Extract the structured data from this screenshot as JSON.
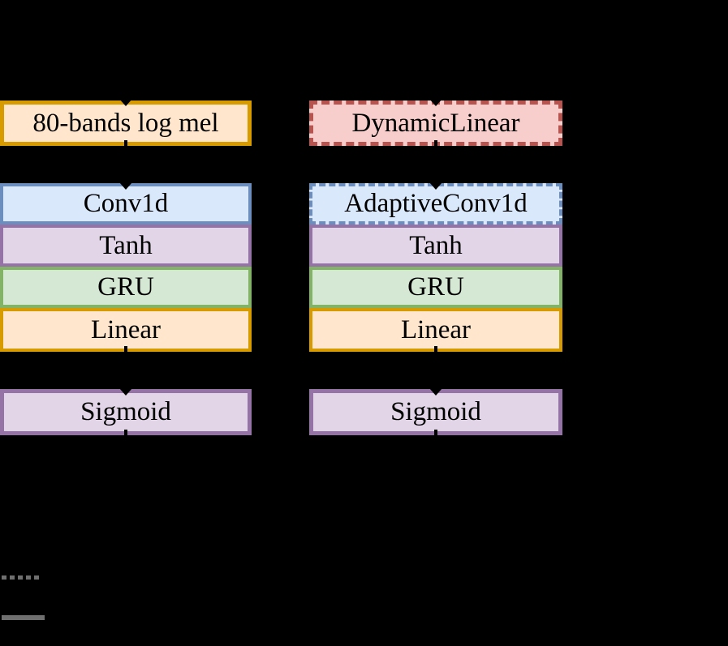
{
  "diagram": {
    "title": "model architecture comparison (standard vs adaptive stack)",
    "background": "#000000",
    "left_column": {
      "input_box": {
        "label": "80-bands log mel",
        "style": "orange-solid"
      },
      "stack": [
        {
          "label": "Conv1d",
          "style": "blue-solid"
        },
        {
          "label": "Tanh",
          "style": "purple-solid"
        },
        {
          "label": "GRU",
          "style": "green-solid"
        },
        {
          "label": "Linear",
          "style": "orange-solid"
        }
      ],
      "output_box": {
        "label": "Sigmoid",
        "style": "purple-solid"
      }
    },
    "right_column": {
      "input_box": {
        "label": "DynamicLinear",
        "style": "red-dashed"
      },
      "stack": [
        {
          "label": "AdaptiveConv1d",
          "style": "blue-dashed"
        },
        {
          "label": "Tanh",
          "style": "purple-solid"
        },
        {
          "label": "GRU",
          "style": "green-solid"
        },
        {
          "label": "Linear",
          "style": "orange-solid"
        }
      ],
      "output_box": {
        "label": "Sigmoid",
        "style": "purple-solid"
      }
    },
    "legend": {
      "dashed_line_color": "#6f6f6f",
      "solid_line_color": "#6f6f6f"
    },
    "palette": {
      "orange_fill": "#ffe6cc",
      "orange_border": "#d79b00",
      "blue_fill": "#dae8fc",
      "blue_border": "#6c8ebf",
      "purple_fill": "#e1d5e7",
      "purple_border": "#9673a6",
      "green_fill": "#d5e8d4",
      "green_border": "#82b366",
      "red_fill": "#f8cecc",
      "red_border": "#b85450",
      "arrow_color": "#000000",
      "text_color": "#000000"
    }
  }
}
